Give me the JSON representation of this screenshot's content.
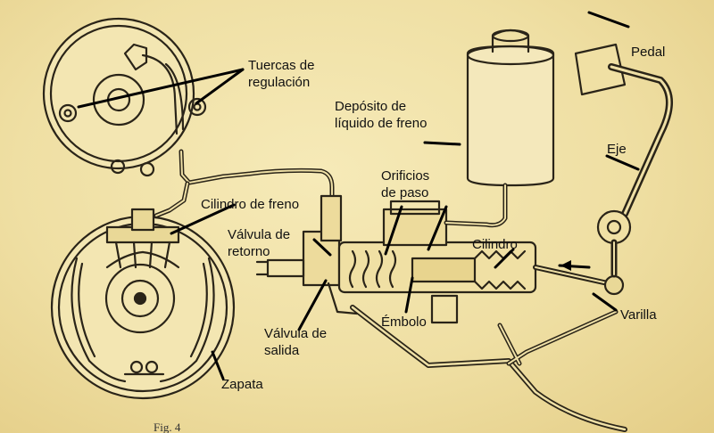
{
  "labels": {
    "tuercas": "Tuercas de\nregulación",
    "deposito": "Depósito de\nlíquido de freno",
    "pedal": "Pedal",
    "eje": "Eje",
    "orificios": "Orificios\nde paso",
    "cilindro_freno": "Cilindro de freno",
    "valvula_retorno": "Válvula de\nretorno",
    "cilindro": "Cilindro",
    "embolo": "Émbolo",
    "valvula_salida": "Válvula de\nsalida",
    "varilla": "Varilla",
    "zapata": "Zapata"
  },
  "caption": "Fig. 4",
  "colors": {
    "ink": "#2a2418",
    "paper": "#efe0a6",
    "label": "#111111"
  }
}
